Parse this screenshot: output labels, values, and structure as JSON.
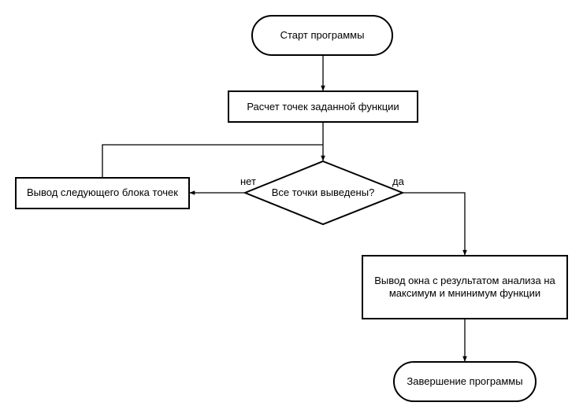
{
  "nodes": {
    "start": "Старт программы",
    "calc": "Расчет точек заданной функции",
    "decision": "Все точки выведены?",
    "next_block": "Вывод следующего блока точек",
    "result_line1": "Вывод окна с результатом анализа на",
    "result_line2": "максимум и мнинимум функции",
    "end": "Завершение программы"
  },
  "edges": {
    "no": "нет",
    "yes": "да"
  }
}
